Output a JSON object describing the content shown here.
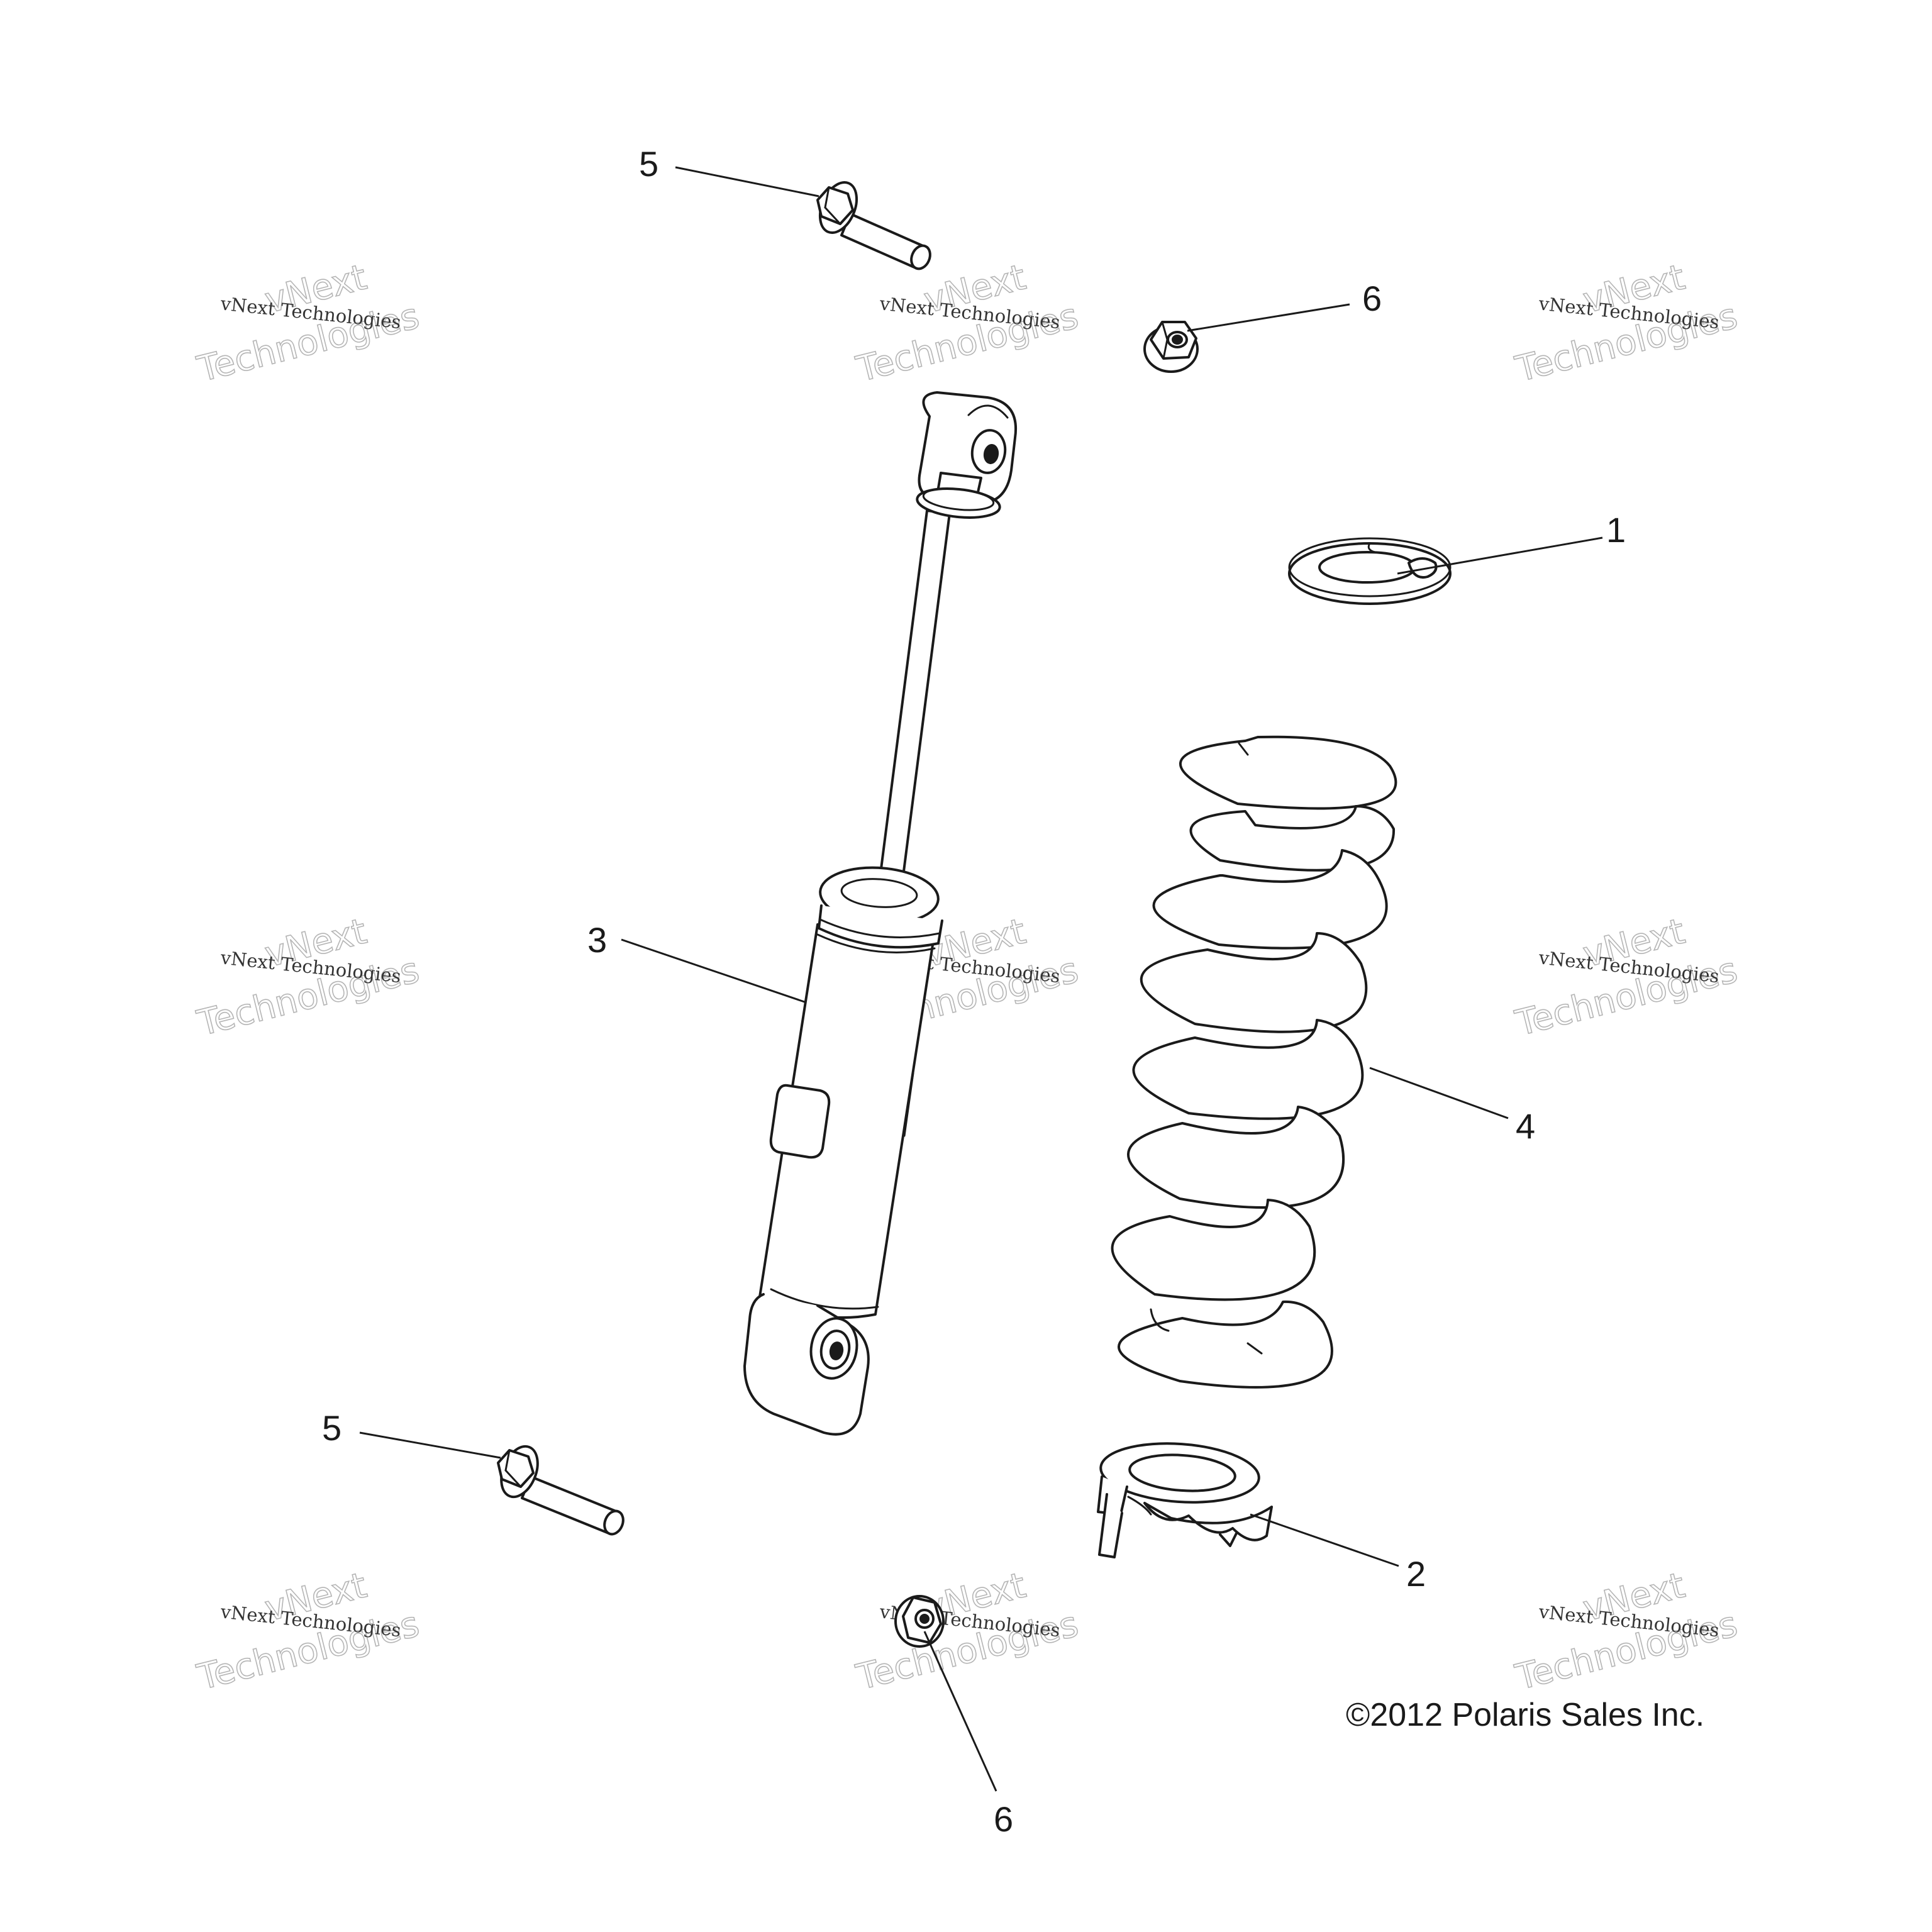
{
  "callouts": [
    {
      "label": "5"
    },
    {
      "label": "6"
    },
    {
      "label": "1"
    },
    {
      "label": "3"
    },
    {
      "label": "4"
    },
    {
      "label": "5"
    },
    {
      "label": "2"
    },
    {
      "label": "6"
    }
  ],
  "copyright": "©2012 Polaris Sales Inc.",
  "watermark": {
    "line_small": "vNext Technologies",
    "big_top": "vNext",
    "big_bottom": "Technologies"
  },
  "colors": {
    "ink": "#1a1a1a",
    "watermark": "#b5b5b5",
    "background": "#ffffff"
  }
}
